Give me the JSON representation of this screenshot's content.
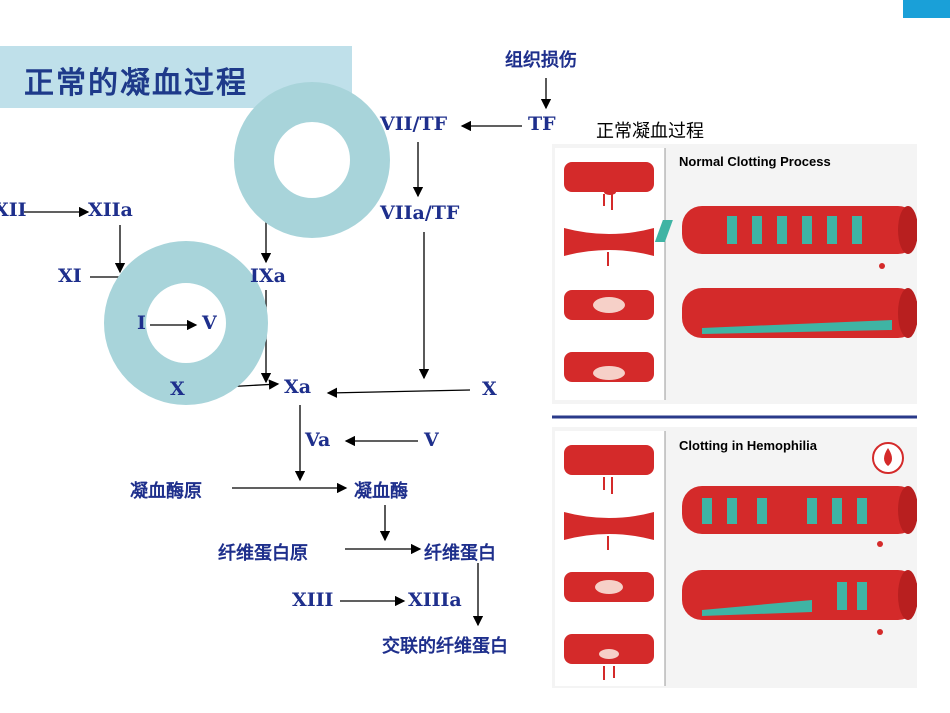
{
  "slide_title": "正常的凝血过程",
  "cascade": {
    "tissue_injury": "组织损伤",
    "tf": "TF",
    "vii_tf": "VII/TF",
    "viia_tf": "VIIa/TF",
    "xii": "XII",
    "xiia": "XIIa",
    "xi": "XI",
    "ixa": "IXa",
    "viii_frag": "I",
    "viii_v": "V",
    "x_left": "X",
    "xa": "Xa",
    "x_right": "X",
    "va": "Va",
    "v": "V",
    "prothrombin": "凝血酶原",
    "thrombin": "凝血酶",
    "fibrinogen": "纤维蛋白原",
    "fibrin": "纤维蛋白",
    "xiii": "XIII",
    "xiiia": "XIIIa",
    "crosslinked_fibrin": "交联的纤维蛋白"
  },
  "figure": {
    "caption": "正常凝血过程",
    "normal_label": "Normal Clotting Process",
    "hemophilia_label": "Clotting in Hemophilia"
  },
  "colors": {
    "accent": "#1aa0d8",
    "title_bg": "#bfe0ea",
    "text": "#1e2f8c",
    "vessel": "#d42a2a",
    "fibrin": "#3fb4a4",
    "ring": "#a8d4da"
  }
}
